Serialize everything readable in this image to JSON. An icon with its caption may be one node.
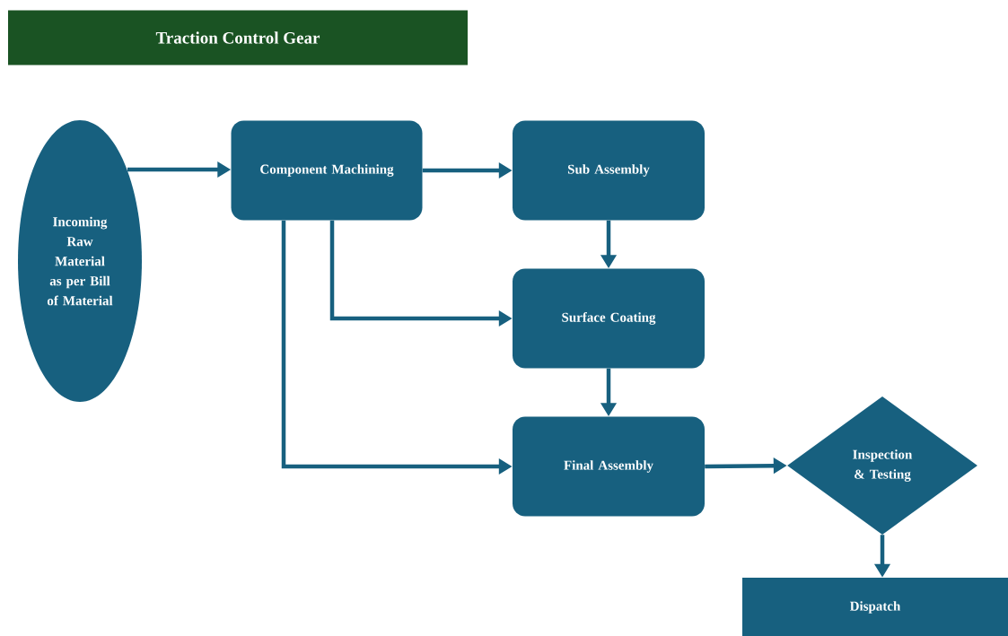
{
  "diagram": {
    "title": "Traction Control Gear",
    "nodes": [
      {
        "text": [
          "Incoming Raw Material as per Bill of Material"
        ]
      },
      {
        "text": [
          "Component Machining"
        ]
      },
      {
        "text": [
          "Sub Assembly"
        ]
      },
      {
        "text": [
          "Surface Coating"
        ]
      },
      {
        "text": [
          "Final Assembly"
        ]
      },
      {
        "text": [
          "Inspection & Testing"
        ]
      },
      {
        "text": [
          "Dispatch"
        ]
      }
    ],
    "edges": [
      {
        "from": 0,
        "to": 1,
        "arrow": "to"
      },
      {
        "from": 1,
        "to": 2,
        "arrow": "to"
      },
      {
        "from": 2,
        "to": 3,
        "arrow": "to"
      },
      {
        "from": 1,
        "to": 3,
        "arrow": "to"
      },
      {
        "from": 1,
        "to": 4,
        "arrow": "to"
      },
      {
        "from": 3,
        "to": 4,
        "arrow": "to"
      },
      {
        "from": 4,
        "to": 5,
        "arrow": "to"
      },
      {
        "from": 5,
        "to": 6,
        "arrow": "to"
      }
    ]
  }
}
